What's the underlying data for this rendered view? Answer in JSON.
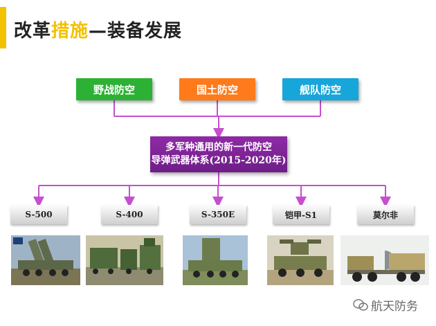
{
  "title": {
    "prefix": "改革",
    "highlight": "措施",
    "suffix": "—装备发展"
  },
  "top_boxes": [
    {
      "label": "野战防空",
      "color": "#2db134"
    },
    {
      "label": "国土防空",
      "color": "#ff7a1a"
    },
    {
      "label": "舰队防空",
      "color": "#16a6d9"
    }
  ],
  "center_box": {
    "line1": "多军种通用的新一代防空",
    "line2": "导弹武器体系(2015-2020年)",
    "color": "#7a2394"
  },
  "systems": [
    {
      "label": "S-500"
    },
    {
      "label": "S-400"
    },
    {
      "label": "S-350E"
    },
    {
      "label": "铠甲-S1"
    },
    {
      "label": "莫尔非"
    }
  ],
  "connector_color": "#c64fd0",
  "watermark": {
    "text": "航天防务",
    "icon": "wechat-icon"
  }
}
